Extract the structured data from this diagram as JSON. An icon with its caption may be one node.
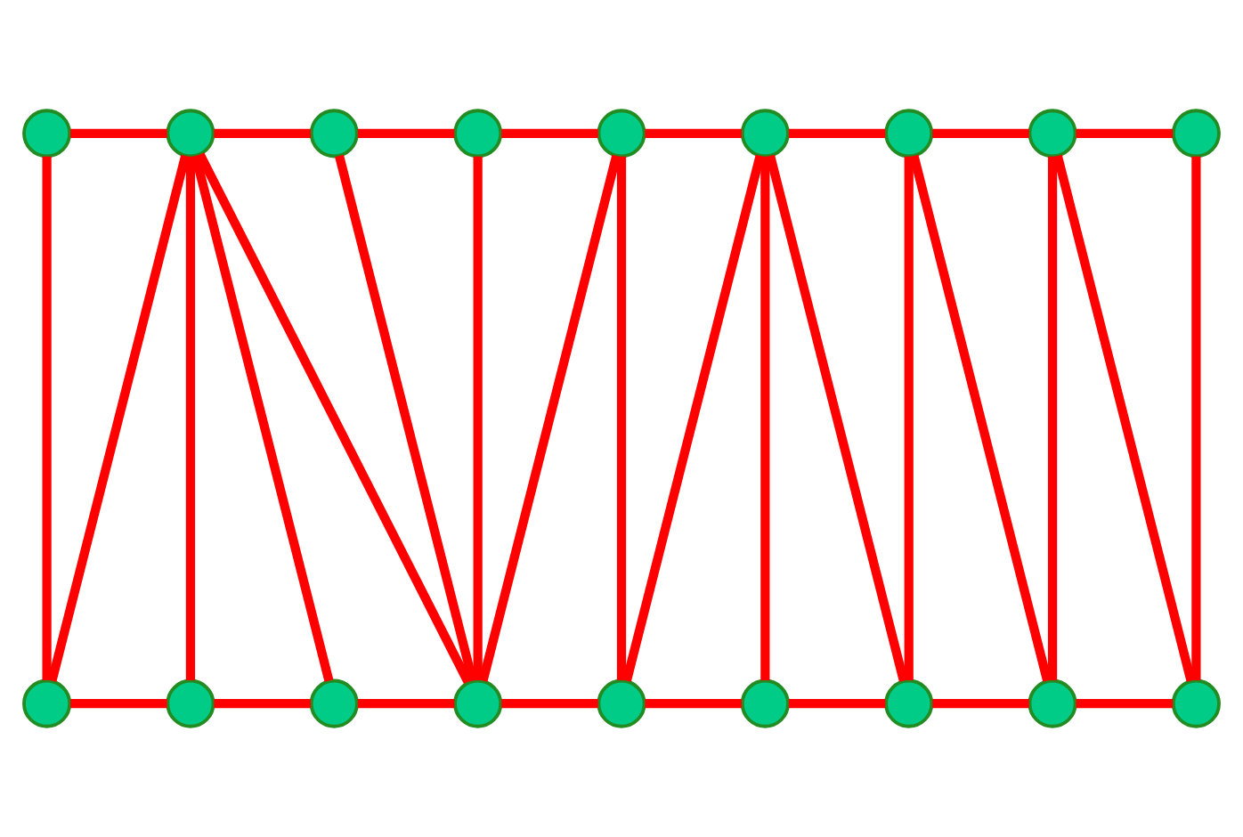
{
  "diagram": {
    "nodes": [
      {
        "text": [],
        "shape": "circle"
      },
      {
        "text": [],
        "shape": "circle"
      },
      {
        "text": [],
        "shape": "circle"
      },
      {
        "text": [],
        "shape": "circle"
      },
      {
        "text": [],
        "shape": "circle"
      },
      {
        "text": [],
        "shape": "circle"
      },
      {
        "text": [],
        "shape": "circle"
      },
      {
        "text": [],
        "shape": "circle"
      },
      {
        "text": [],
        "shape": "circle"
      },
      {
        "text": [],
        "shape": "circle"
      },
      {
        "text": [],
        "shape": "circle"
      },
      {
        "text": [],
        "shape": "circle"
      },
      {
        "text": [],
        "shape": "circle"
      },
      {
        "text": [],
        "shape": "circle"
      },
      {
        "text": [],
        "shape": "circle"
      },
      {
        "text": [],
        "shape": "circle"
      },
      {
        "text": [],
        "shape": "circle"
      },
      {
        "text": [],
        "shape": "circle"
      }
    ],
    "edges": [
      {
        "from": 0,
        "to": 1,
        "arrow": "none"
      },
      {
        "from": 1,
        "to": 2,
        "arrow": "none"
      },
      {
        "from": 2,
        "to": 3,
        "arrow": "none"
      },
      {
        "from": 3,
        "to": 4,
        "arrow": "none"
      },
      {
        "from": 4,
        "to": 5,
        "arrow": "none"
      },
      {
        "from": 5,
        "to": 6,
        "arrow": "none"
      },
      {
        "from": 6,
        "to": 7,
        "arrow": "none"
      },
      {
        "from": 7,
        "to": 8,
        "arrow": "none"
      },
      {
        "from": 9,
        "to": 10,
        "arrow": "none"
      },
      {
        "from": 10,
        "to": 11,
        "arrow": "none"
      },
      {
        "from": 11,
        "to": 12,
        "arrow": "none"
      },
      {
        "from": 12,
        "to": 13,
        "arrow": "none"
      },
      {
        "from": 13,
        "to": 14,
        "arrow": "none"
      },
      {
        "from": 14,
        "to": 15,
        "arrow": "none"
      },
      {
        "from": 15,
        "to": 16,
        "arrow": "none"
      },
      {
        "from": 16,
        "to": 17,
        "arrow": "none"
      },
      {
        "from": 0,
        "to": 9,
        "arrow": "none"
      },
      {
        "from": 1,
        "to": 9,
        "arrow": "none"
      },
      {
        "from": 1,
        "to": 10,
        "arrow": "none"
      },
      {
        "from": 1,
        "to": 11,
        "arrow": "none"
      },
      {
        "from": 1,
        "to": 12,
        "arrow": "none"
      },
      {
        "from": 2,
        "to": 12,
        "arrow": "none"
      },
      {
        "from": 3,
        "to": 12,
        "arrow": "none"
      },
      {
        "from": 4,
        "to": 12,
        "arrow": "none"
      },
      {
        "from": 4,
        "to": 13,
        "arrow": "none"
      },
      {
        "from": 5,
        "to": 13,
        "arrow": "none"
      },
      {
        "from": 5,
        "to": 14,
        "arrow": "none"
      },
      {
        "from": 5,
        "to": 15,
        "arrow": "none"
      },
      {
        "from": 6,
        "to": 15,
        "arrow": "none"
      },
      {
        "from": 6,
        "to": 16,
        "arrow": "none"
      },
      {
        "from": 7,
        "to": 16,
        "arrow": "none"
      },
      {
        "from": 7,
        "to": 17,
        "arrow": "none"
      },
      {
        "from": 8,
        "to": 17,
        "arrow": "none"
      }
    ]
  }
}
